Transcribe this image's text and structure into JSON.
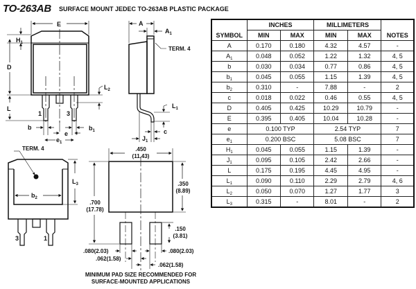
{
  "header": {
    "title": "TO-263AB",
    "subtitle": "SURFACE MOUNT JEDEC TO-263AB PLASTIC PACKAGE"
  },
  "drawing": {
    "top_view_labels": {
      "E": "E",
      "H1": "H",
      "H1_sub": "1",
      "D": "D",
      "L": "L",
      "L2": "L",
      "L2_sub": "2",
      "b": "b",
      "b1": "b",
      "b1_sub": "1",
      "e": "e",
      "e1": "e",
      "e1_sub": "1",
      "pin1": "1",
      "pin3": "3"
    },
    "side_view_labels": {
      "A": "A",
      "A1": "A",
      "A1_sub": "1",
      "term4": "TERM. 4",
      "L1": "L",
      "L1_sub": "1",
      "c": "c",
      "J1": "J",
      "J1_sub": "1"
    },
    "bottom_view_labels": {
      "term4": "TERM. 4",
      "b2": "b",
      "b2_sub": "2",
      "L3": "L",
      "L3_sub": "3",
      "pin3": "3",
      "pin1": "1"
    },
    "pad_layout": {
      "width_in": ".450",
      "width_mm": "(11.43)",
      "height_in": ".350",
      "height_mm": "(8.89)",
      "total_in": ".700",
      "total_mm": "(17.78)",
      "pad_len_in": ".150",
      "pad_len_mm": "(3.81)",
      "pad_w_left": ".080(2.03)",
      "pad_w_right": ".080(2.03)",
      "gap_left": ".062(1.58)",
      "gap_right": ".062(1.58)",
      "caption_line1": "MINIMUM PAD SIZE RECOMMENDED FOR",
      "caption_line2": "SURFACE-MOUNTED APPLICATIONS"
    }
  },
  "table": {
    "headers": {
      "symbol": "SYMBOL",
      "inches": "INCHES",
      "millimeters": "MILLIMETERS",
      "notes": "NOTES",
      "min": "MIN",
      "max": "MAX"
    },
    "rows": [
      {
        "sym": "A",
        "sub": "",
        "in_min": "0.170",
        "in_max": "0.180",
        "mm_min": "4.32",
        "mm_max": "4.57",
        "notes": "-"
      },
      {
        "sym": "A",
        "sub": "1",
        "in_min": "0.048",
        "in_max": "0.052",
        "mm_min": "1.22",
        "mm_max": "1.32",
        "notes": "4, 5"
      },
      {
        "sym": "b",
        "sub": "",
        "in_min": "0.030",
        "in_max": "0.034",
        "mm_min": "0.77",
        "mm_max": "0.86",
        "notes": "4, 5"
      },
      {
        "sym": "b",
        "sub": "1",
        "in_min": "0.045",
        "in_max": "0.055",
        "mm_min": "1.15",
        "mm_max": "1.39",
        "notes": "4, 5"
      },
      {
        "sym": "b",
        "sub": "2",
        "in_min": "0.310",
        "in_max": "-",
        "mm_min": "7.88",
        "mm_max": "-",
        "notes": "2"
      },
      {
        "sym": "c",
        "sub": "",
        "in_min": "0.018",
        "in_max": "0.022",
        "mm_min": "0.46",
        "mm_max": "0.55",
        "notes": "4, 5"
      },
      {
        "sym": "D",
        "sub": "",
        "in_min": "0.405",
        "in_max": "0.425",
        "mm_min": "10.29",
        "mm_max": "10.79",
        "notes": "-"
      },
      {
        "sym": "E",
        "sub": "",
        "in_min": "0.395",
        "in_max": "0.405",
        "mm_min": "10.04",
        "mm_max": "10.28",
        "notes": "-"
      },
      {
        "sym": "e",
        "sub": "",
        "in_span": "0.100 TYP",
        "mm_span": "2.54 TYP",
        "notes": "7"
      },
      {
        "sym": "e",
        "sub": "1",
        "in_span": "0.200 BSC",
        "mm_span": "5.08 BSC",
        "notes": "7"
      },
      {
        "sym": "H",
        "sub": "1",
        "in_min": "0.045",
        "in_max": "0.055",
        "mm_min": "1.15",
        "mm_max": "1.39",
        "notes": "-"
      },
      {
        "sym": "J",
        "sub": "1",
        "in_min": "0.095",
        "in_max": "0.105",
        "mm_min": "2.42",
        "mm_max": "2.66",
        "notes": "-"
      },
      {
        "sym": "L",
        "sub": "",
        "in_min": "0.175",
        "in_max": "0.195",
        "mm_min": "4.45",
        "mm_max": "4.95",
        "notes": "-"
      },
      {
        "sym": "L",
        "sub": "1",
        "in_min": "0.090",
        "in_max": "0.110",
        "mm_min": "2.29",
        "mm_max": "2.79",
        "notes": "4, 6"
      },
      {
        "sym": "L",
        "sub": "2",
        "in_min": "0.050",
        "in_max": "0.070",
        "mm_min": "1.27",
        "mm_max": "1.77",
        "notes": "3"
      },
      {
        "sym": "L",
        "sub": "3",
        "in_min": "0.315",
        "in_max": "-",
        "mm_min": "8.01",
        "mm_max": "-",
        "notes": "2"
      }
    ]
  }
}
